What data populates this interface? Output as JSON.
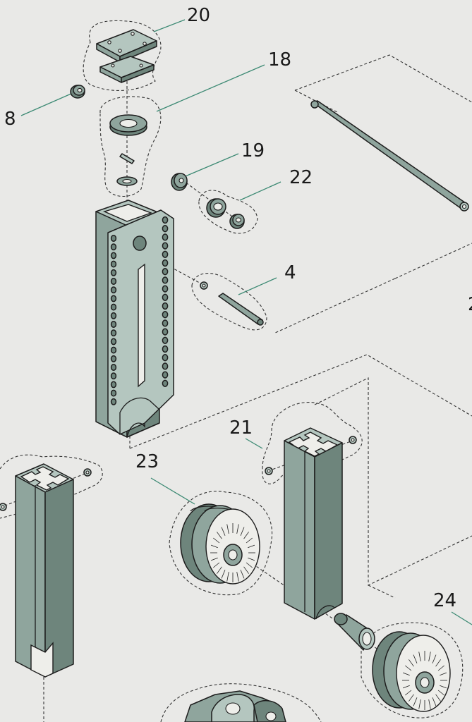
{
  "labels": {
    "l20": "20",
    "l18": "18",
    "l8": "8",
    "l19": "19",
    "l22": "22",
    "l4": "4",
    "l21": "21",
    "l23": "23",
    "l24": "24",
    "l2_partial": "2"
  },
  "colors": {
    "background": "#e9e9e7",
    "part_fill": "#8fa59d",
    "leader_line": "#3d8a74"
  }
}
